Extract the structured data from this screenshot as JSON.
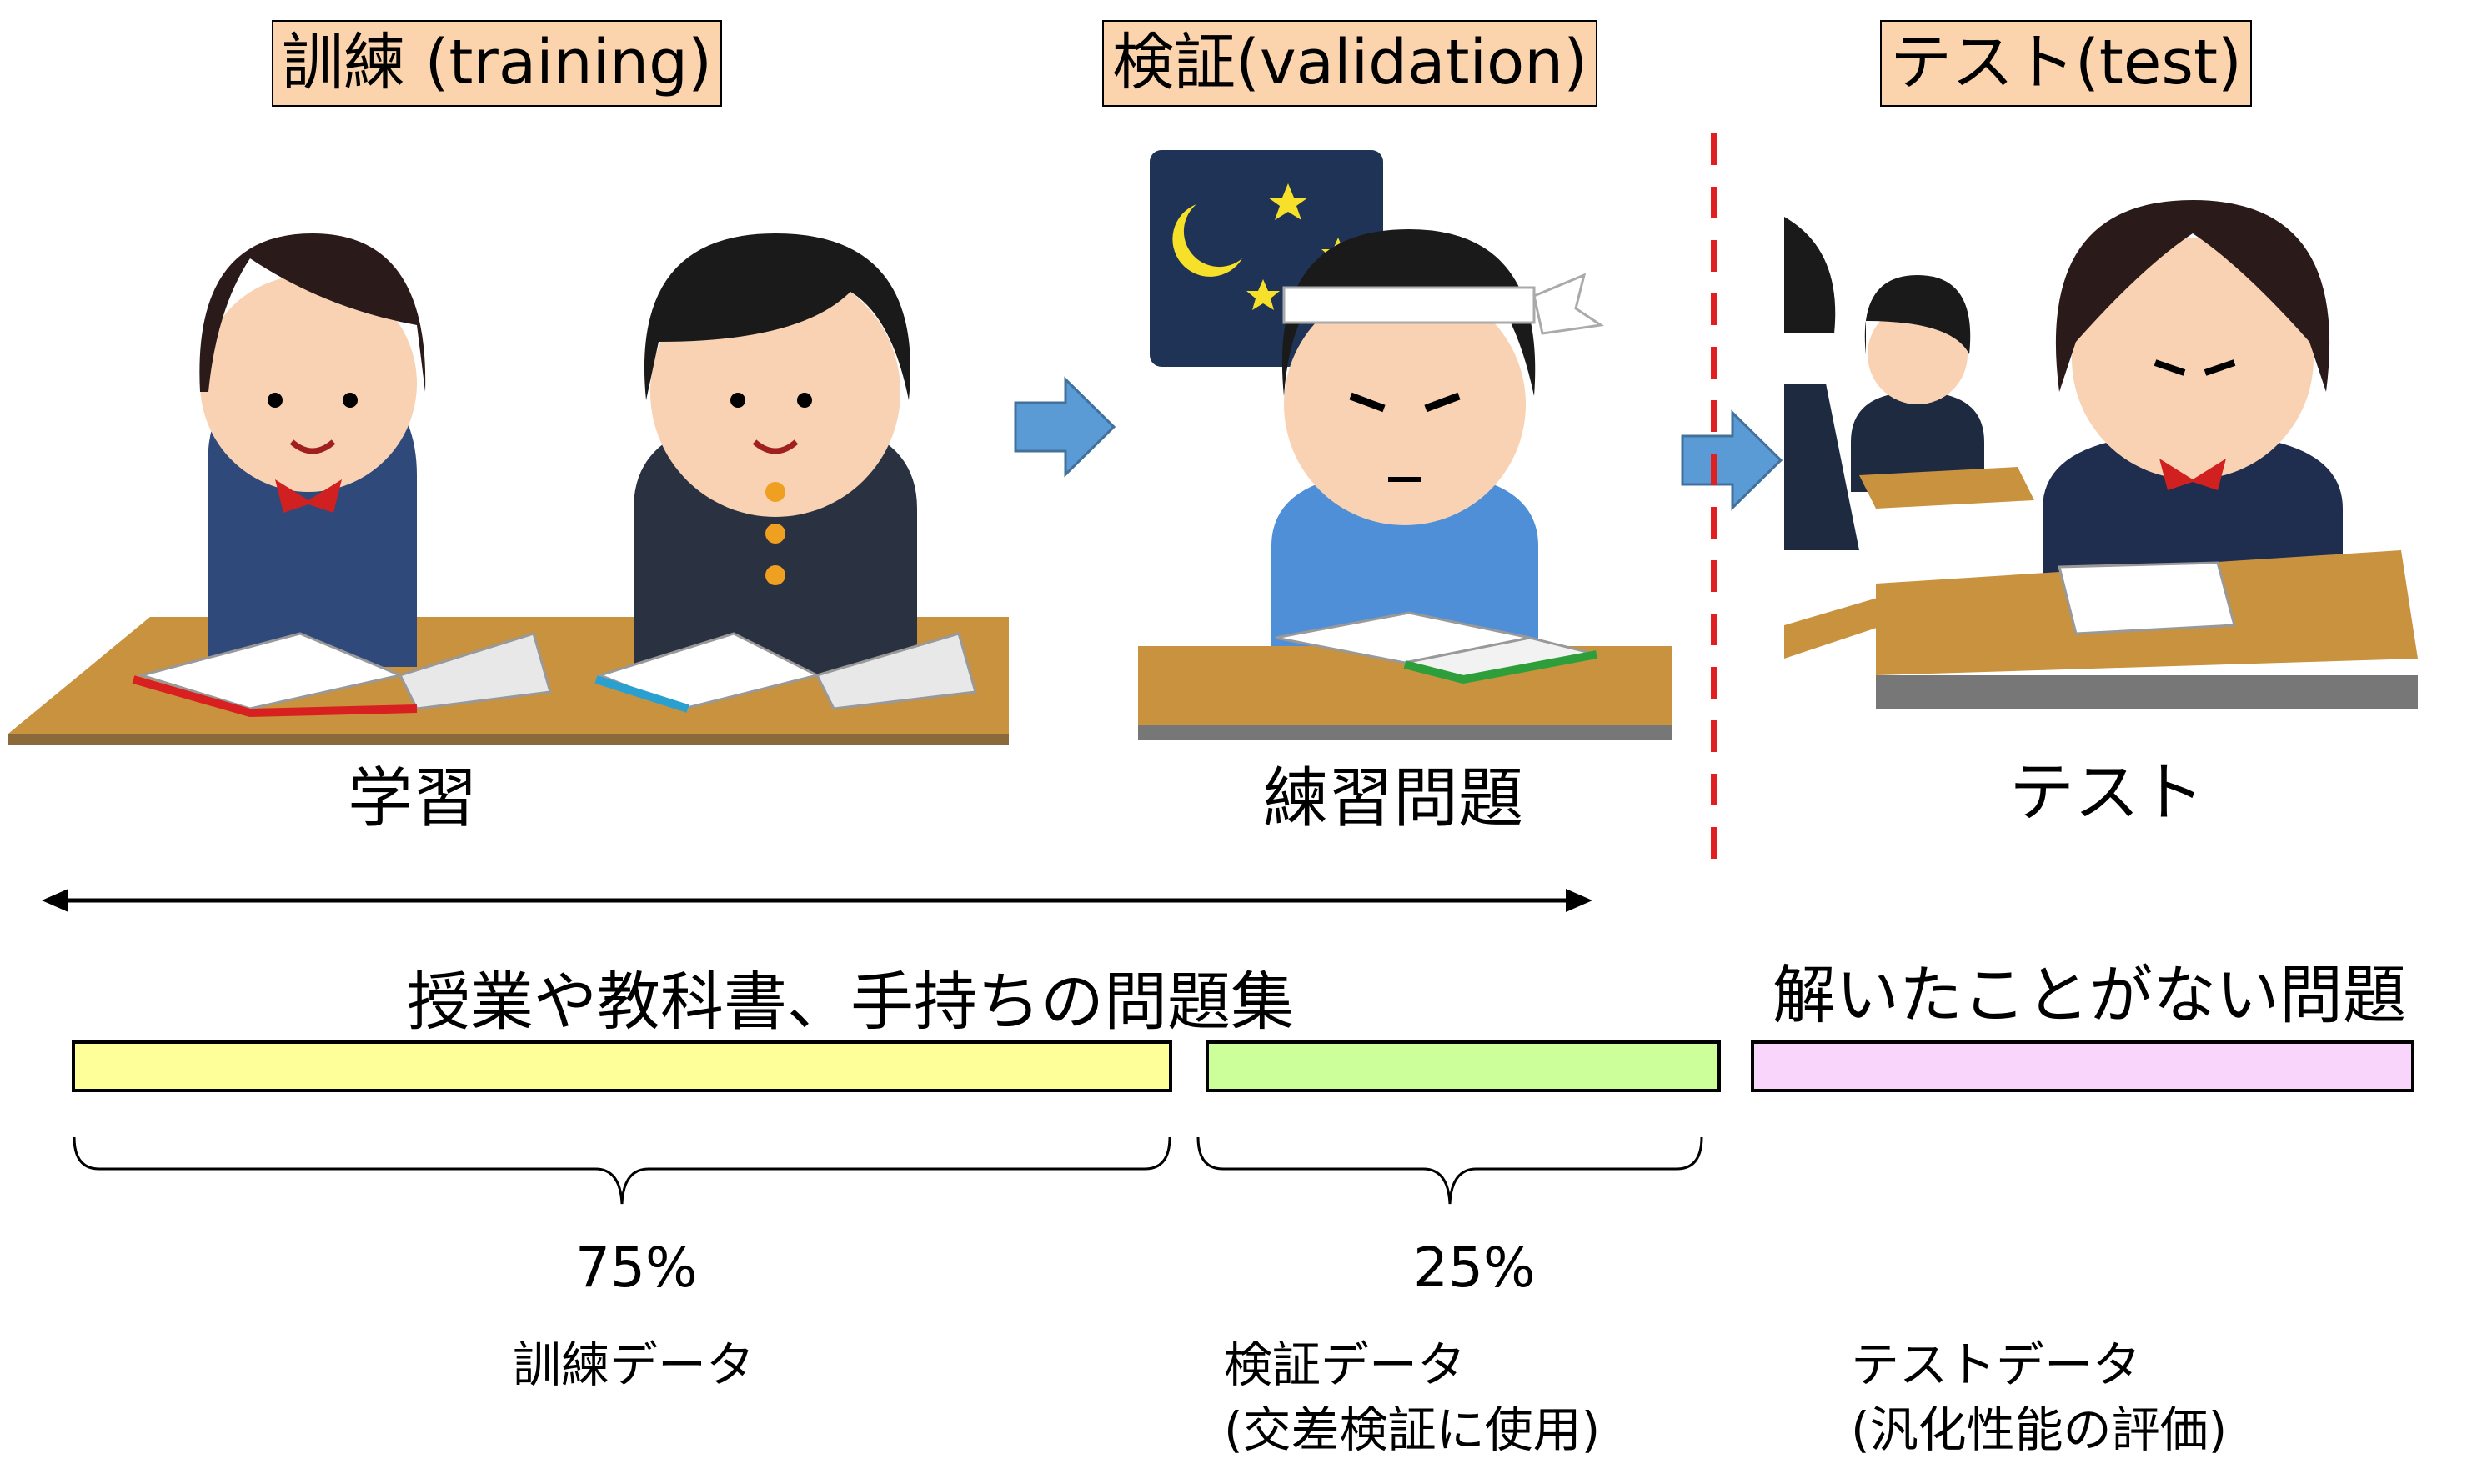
{
  "stages": [
    {
      "title": "訓練 (training)",
      "caption": "学習"
    },
    {
      "title": "検証(validation)",
      "caption": "練習問題"
    },
    {
      "title": "テスト(test)",
      "caption": "テスト"
    }
  ],
  "range_label": "授業や教科書、手持ちの問題集",
  "unseen_label": "解いたことがない問題",
  "segments": [
    {
      "percent": "75%",
      "label": "訓練データ",
      "note": "",
      "color": "#ffff99"
    },
    {
      "percent": "25%",
      "label": "検証データ",
      "note": "(交差検証に使用)",
      "color": "#ccff99"
    },
    {
      "percent": "",
      "label": "テストデータ",
      "note": "(汎化性能の評価)",
      "color": "#f9d5fb"
    }
  ],
  "colors": {
    "arrow": "#5b9bd5",
    "divider": "#e02020",
    "title_bg": "#fbd3ad"
  }
}
